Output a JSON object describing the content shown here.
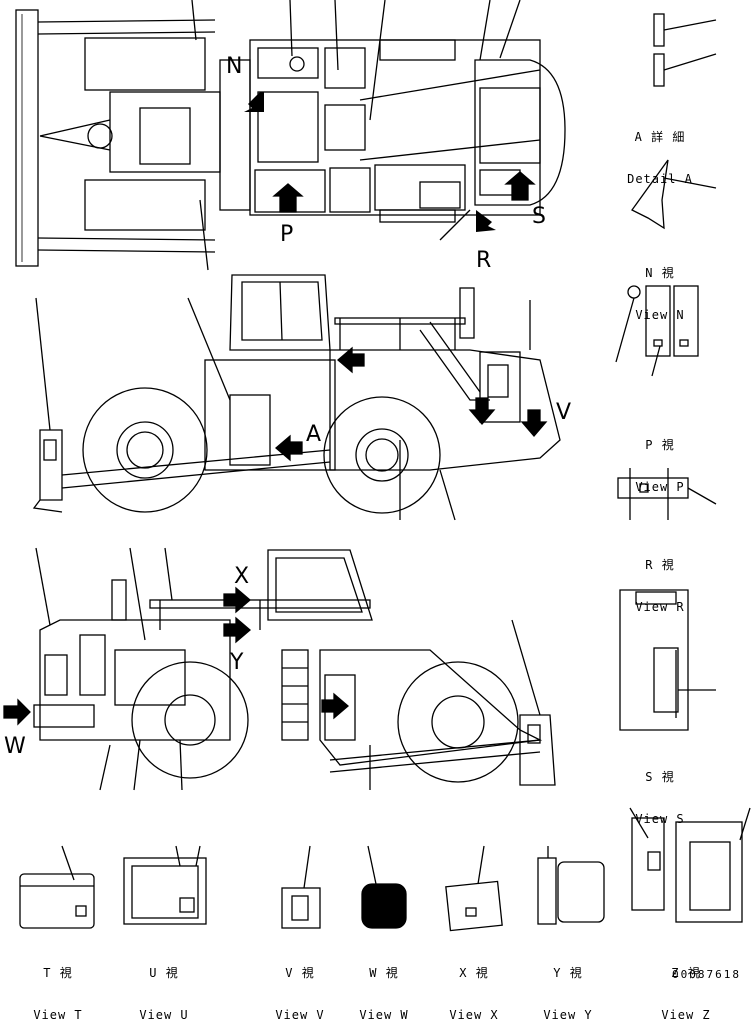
{
  "callouts": {
    "N": "N",
    "P": "P",
    "R": "R",
    "S": "S",
    "A": "A",
    "V": "V",
    "W": "W",
    "X": "X",
    "Y": "Y"
  },
  "views": {
    "detail_a": {
      "jp": "A 詳 細",
      "en": "Detail A"
    },
    "view_n": {
      "jp": "N 視",
      "en": "View N"
    },
    "view_p": {
      "jp": "P 視",
      "en": "View P"
    },
    "view_r": {
      "jp": "R 視",
      "en": "View R"
    },
    "view_s": {
      "jp": "S 視",
      "en": "View S"
    },
    "view_t": {
      "jp": "T 視",
      "en": "View T"
    },
    "view_u": {
      "jp": "U 視",
      "en": "View U"
    },
    "view_v": {
      "jp": "V 視",
      "en": "View V"
    },
    "view_w": {
      "jp": "W 視",
      "en": "View W"
    },
    "view_x": {
      "jp": "X 視",
      "en": "View X"
    },
    "view_y": {
      "jp": "Y 視",
      "en": "View Y"
    },
    "view_z": {
      "jp": "Z 視",
      "en": "View Z"
    }
  },
  "drawing_number": "00087618",
  "colors": {
    "line": "#000000",
    "background": "#ffffff"
  }
}
